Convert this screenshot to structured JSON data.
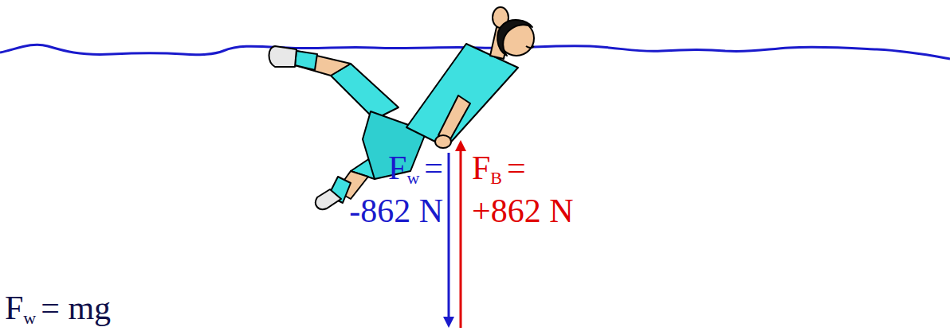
{
  "diagram": {
    "labels": [
      "F",
      "w",
      "=",
      "-862 N",
      "F",
      "B",
      "=",
      "+862 N",
      "F",
      "w",
      "= mg"
    ]
  }
}
